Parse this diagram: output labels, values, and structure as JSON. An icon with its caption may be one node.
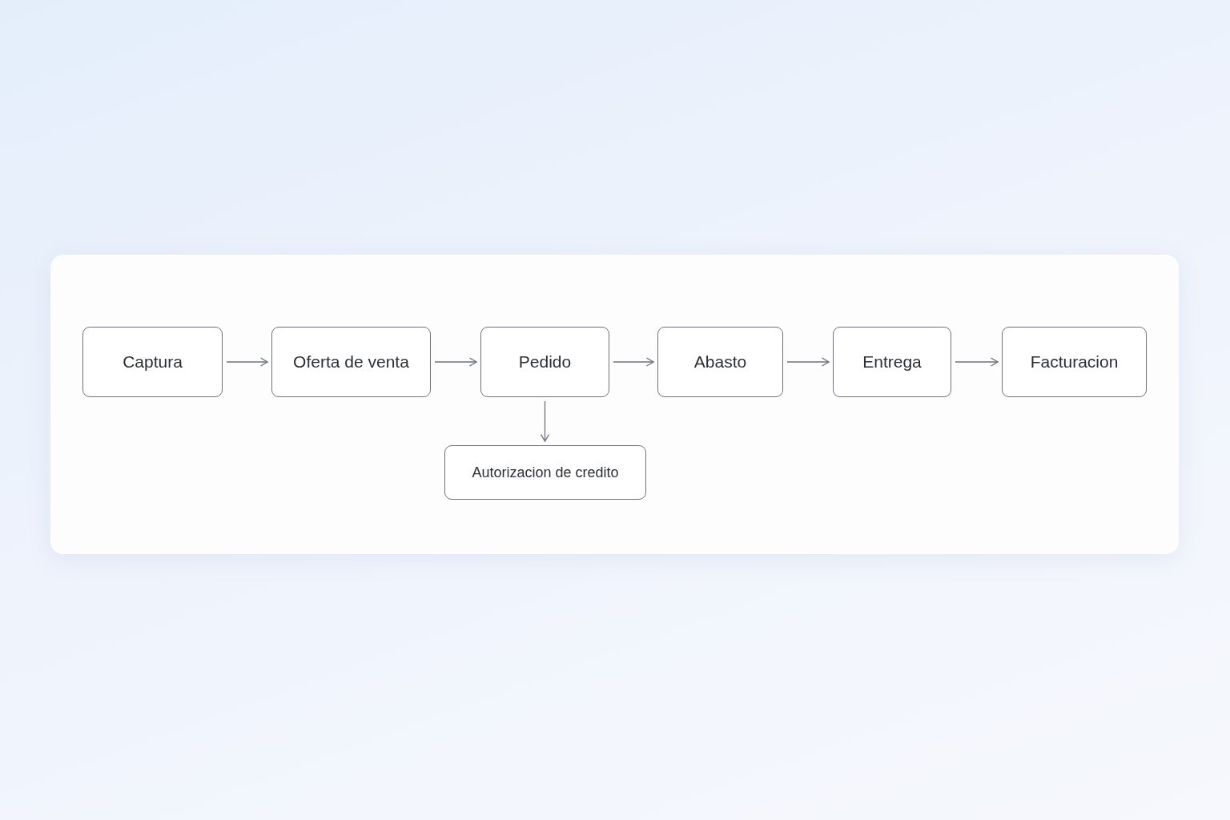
{
  "diagram": {
    "nodes": [
      {
        "text": [
          "Captura"
        ]
      },
      {
        "text": [
          "Oferta de venta"
        ]
      },
      {
        "text": [
          "Pedido"
        ]
      },
      {
        "text": [
          "Abasto"
        ]
      },
      {
        "text": [
          "Entrega"
        ]
      },
      {
        "text": [
          "Facturacion"
        ]
      },
      {
        "text": [
          "Autorizacion de credito"
        ]
      }
    ],
    "edges": [
      {
        "from": 0,
        "to": 1,
        "arrow": "to"
      },
      {
        "from": 1,
        "to": 2,
        "arrow": "to"
      },
      {
        "from": 2,
        "to": 3,
        "arrow": "to"
      },
      {
        "from": 3,
        "to": 4,
        "arrow": "to"
      },
      {
        "from": 4,
        "to": 5,
        "arrow": "to"
      },
      {
        "from": 2,
        "to": 6,
        "arrow": "to"
      }
    ]
  }
}
